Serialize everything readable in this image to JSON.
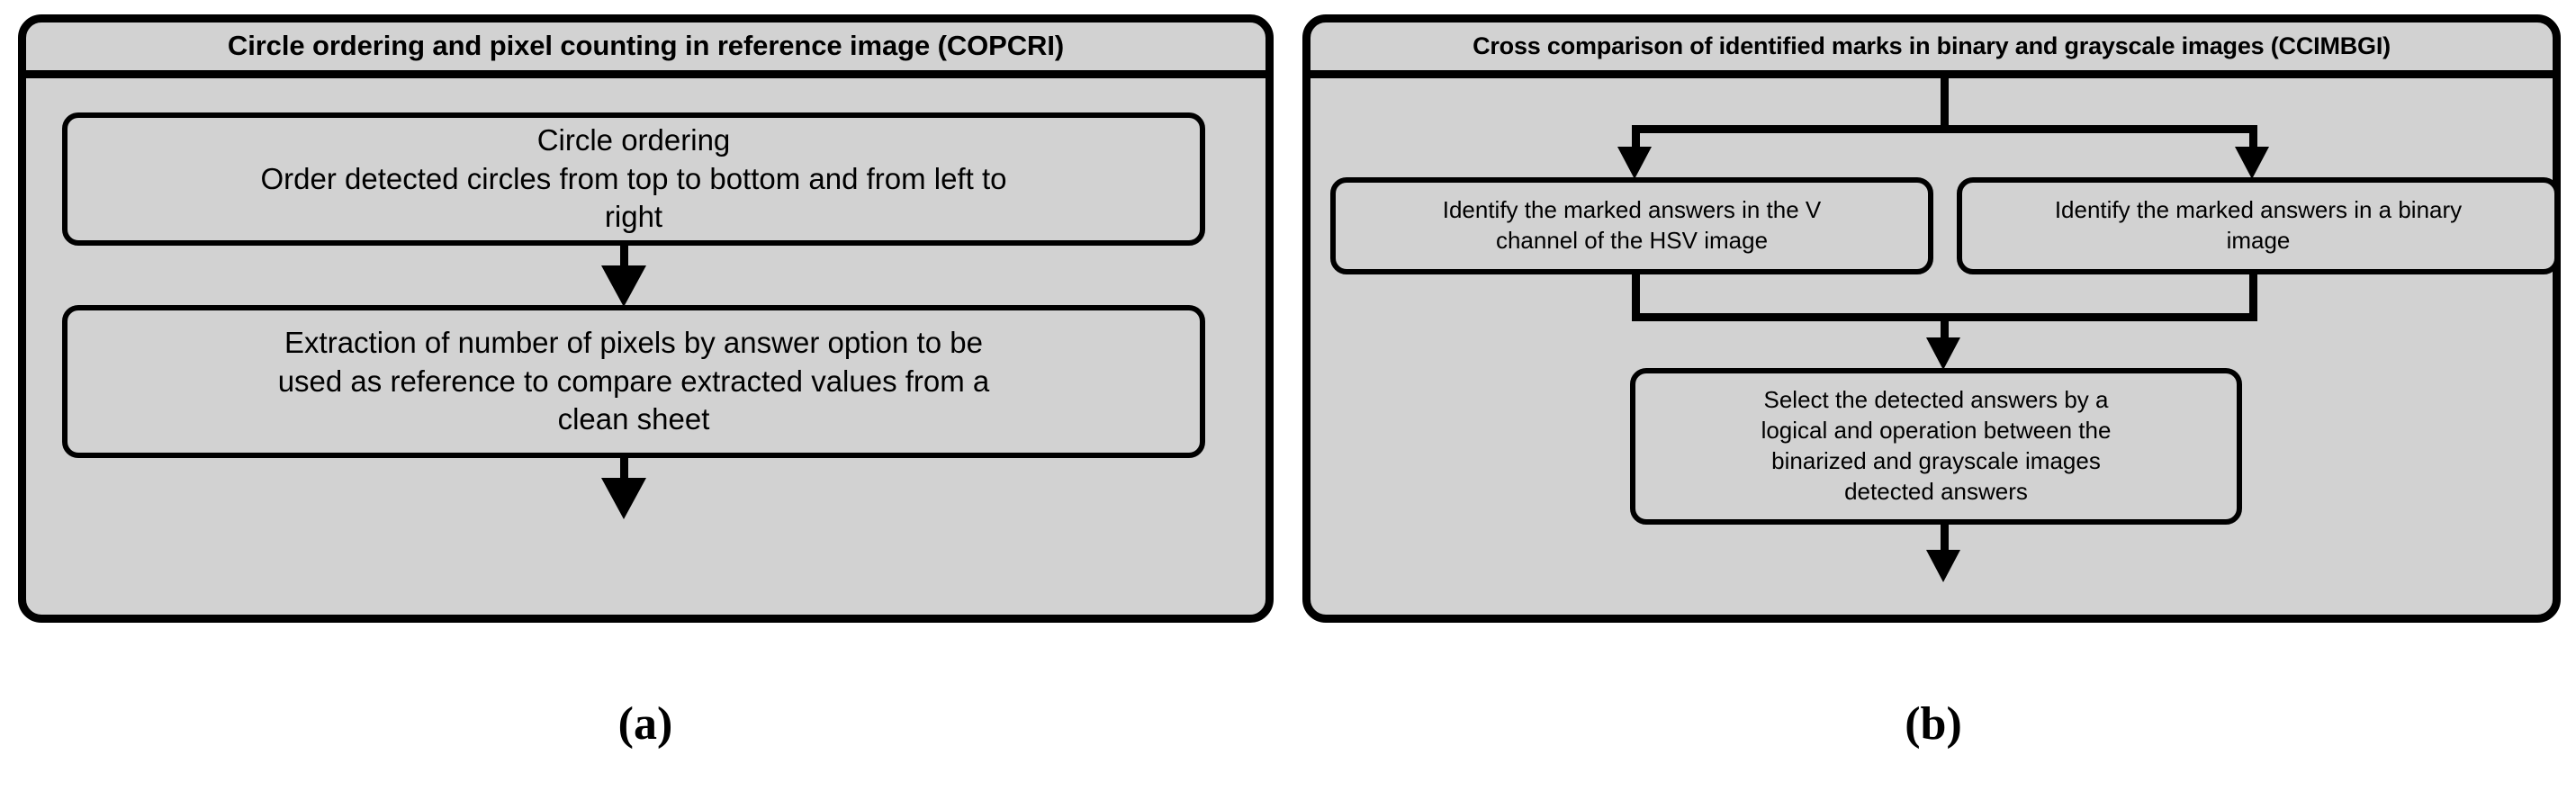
{
  "figure": {
    "type": "flowchart",
    "colors": {
      "panel_fill": "#d2d2d2",
      "stroke": "#000000",
      "background": "#ffffff"
    },
    "panels": [
      {
        "id": "copcri",
        "caption": "(a)",
        "header": "Circle ordering and pixel counting in reference image (COPCRI)",
        "nodes": [
          {
            "id": "circle-ordering",
            "lines": [
              "Circle ordering",
              "Order detected circles from top to bottom and from left to",
              "right"
            ],
            "text": "Circle ordering\nOrder detected circles from top to bottom and from left to right"
          },
          {
            "id": "pixel-extraction",
            "lines": [
              "Extraction of number of pixels by answer option to be",
              "used as reference to compare extracted values from a",
              "clean sheet"
            ],
            "text": "Extraction of number of pixels by answer option to be used as reference to compare extracted values from a clean sheet"
          }
        ],
        "connectors": [
          {
            "id": "arrow-ordering-to-extraction",
            "kind": "arrow-down"
          },
          {
            "id": "arrow-extraction-to-exit",
            "kind": "arrow-down-exit"
          }
        ]
      },
      {
        "id": "ccimbgi",
        "caption": "(b)",
        "header": "Cross comparison of identified marks in binary and grayscale images (CCIMBGI)",
        "nodes": [
          {
            "id": "hsv-v-channel",
            "lines": [
              "Identify the marked answers in the V",
              "channel of the HSV image"
            ],
            "text": "Identify the marked answers in the V channel of the HSV image"
          },
          {
            "id": "binary-image",
            "lines": [
              "Identify the marked answers in a binary",
              "image"
            ],
            "text": "Identify the marked answers in a binary image"
          },
          {
            "id": "logical-and",
            "lines": [
              "Select the detected answers by a",
              "logical and operation between the",
              "binarized and grayscale images",
              "detected answers"
            ],
            "text": "Select the detected answers by a logical and operation between the binarized and grayscale images detected answers"
          }
        ],
        "connectors": [
          {
            "id": "entry-stem",
            "kind": "line-down"
          },
          {
            "id": "split-bar",
            "kind": "line-horizontal"
          },
          {
            "id": "arrow-to-hsv",
            "kind": "arrow-down"
          },
          {
            "id": "arrow-to-binary",
            "kind": "arrow-down"
          },
          {
            "id": "merge-bar",
            "kind": "line-horizontal"
          },
          {
            "id": "arrow-to-logical-and",
            "kind": "arrow-down"
          },
          {
            "id": "arrow-logical-and-to-exit",
            "kind": "arrow-down-exit"
          }
        ]
      }
    ]
  }
}
